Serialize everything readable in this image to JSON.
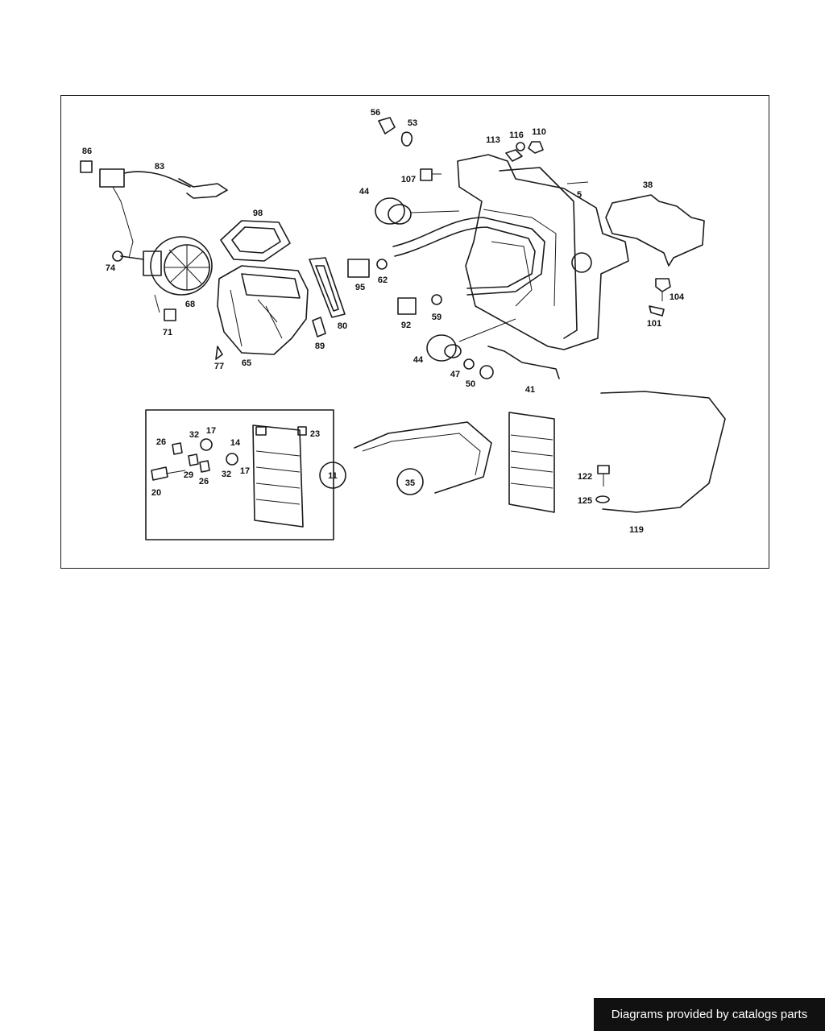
{
  "diagram": {
    "callouts": [
      "86",
      "83",
      "74",
      "68",
      "71",
      "98",
      "65",
      "77",
      "89",
      "80",
      "56",
      "53",
      "113",
      "116",
      "110",
      "107",
      "44",
      "5",
      "38",
      "95",
      "62",
      "92",
      "59",
      "104",
      "101",
      "44",
      "47",
      "50",
      "41",
      "26",
      "32",
      "17",
      "14",
      "23",
      "29",
      "26",
      "32",
      "17",
      "20",
      "11",
      "35",
      "122",
      "125",
      "119"
    ]
  },
  "footer": {
    "credit": "Diagrams provided by catalogs parts"
  }
}
